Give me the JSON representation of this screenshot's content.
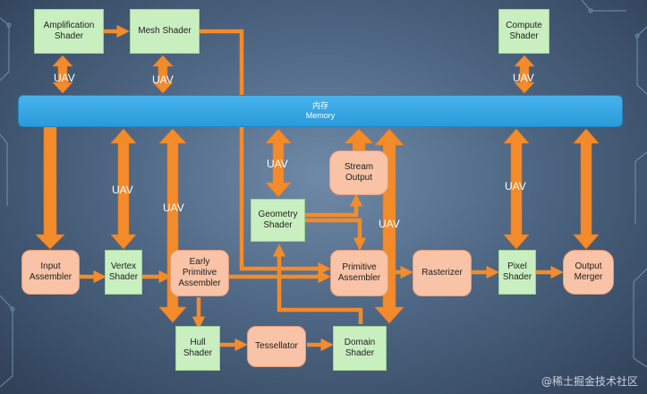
{
  "colors": {
    "arrow": "#f48b2a",
    "green": "#c9efc0",
    "salmon": "#f8c3a6",
    "memory": "#3aa8e4"
  },
  "memory": {
    "line1": "内存",
    "line2": "Memory"
  },
  "nodes": {
    "amplification": "Amplification\nShader",
    "mesh": "Mesh Shader",
    "compute": "Compute\nShader",
    "stream_output": "Stream\nOutput",
    "geometry": "Geometry\nShader",
    "input_assembler": "Input\nAssembler",
    "vertex": "Vertex\nShader",
    "early_primitive": "Early\nPrimitive\nAssembler",
    "primitive_assembler": "Primitive\nAssembler",
    "rasterizer": "Rasterizer",
    "pixel": "Pixel\nShader",
    "output_merger": "Output\nMerger",
    "hull": "Hull\nShader",
    "tessellator": "Tessellator",
    "domain": "Domain\nShader"
  },
  "uav_label": "UAV",
  "watermark": "@稀土掘金技术社区"
}
